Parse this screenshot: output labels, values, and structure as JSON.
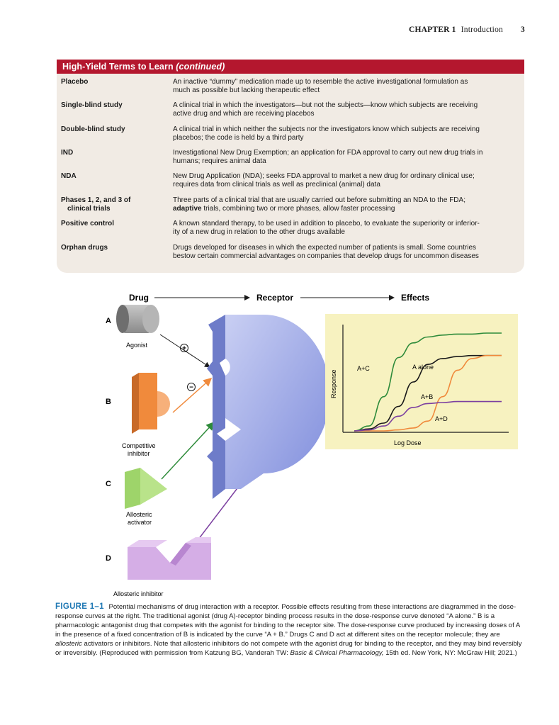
{
  "running_head": {
    "chapter": "CHAPTER 1",
    "title": "Introduction",
    "page": "3"
  },
  "high_yield": {
    "header": "High-Yield Terms to Learn",
    "header_suffix": "(continued)",
    "terms": [
      {
        "term": "Placebo",
        "def1": "An inactive “dummy” medication made up to resemble the active investigational formulation as",
        "def2": "much as possible but lacking therapeutic effect"
      },
      {
        "term": "Single-blind study",
        "def1": "A clinical trial in which the investigators—but not the subjects—know which subjects are receiving",
        "def2": "active drug and which are receiving placebos"
      },
      {
        "term": "Double-blind study",
        "def1": "A clinical trial in which neither the subjects nor the investigators know which subjects are receiving",
        "def2": "placebos; the code is held by a third party"
      },
      {
        "term": "IND",
        "def1": "Investigational New Drug Exemption; an application for FDA approval to carry out new drug trials in",
        "def2": "humans; requires animal data"
      },
      {
        "term": "NDA",
        "def1": "New Drug Application (NDA); seeks FDA approval to market a new drug for ordinary clinical use;",
        "def2": "requires data from clinical trials as well as preclinical (animal) data"
      },
      {
        "term": "Phases 1, 2, and 3 of",
        "term2": "clinical trials",
        "def1": "Three parts of a clinical trial that are usually carried out before submitting an NDA to the FDA;",
        "def2_bold": "adaptive",
        "def2": " trials, combining two or more phases, allow faster processing"
      },
      {
        "term": "Positive control",
        "def1": "A known standard therapy, to be used in addition to placebo, to evaluate the superiority or inferior-",
        "def2": "ity of a new drug in relation to the other drugs available"
      },
      {
        "term": "Orphan drugs",
        "def1": "Drugs developed for diseases in which the expected number of patients is small. Some countries",
        "def2": "bestow certain commercial advantages on companies that develop drugs for uncommon diseases"
      }
    ]
  },
  "figure": {
    "header_drug": "Drug",
    "header_receptor": "Receptor",
    "header_effects": "Effects",
    "letter_a": "A",
    "letter_b": "B",
    "letter_c": "C",
    "letter_d": "D",
    "label_agonist": "Agonist",
    "label_competitive_1": "Competitive",
    "label_competitive_2": "inhibitor",
    "label_allosteric_act_1": "Allosteric",
    "label_allosteric_act_2": "activator",
    "label_allosteric_inh": "Allosteric inhibitor",
    "plus_sign": "+",
    "minus_sign": "−",
    "colors": {
      "agonist": "#8a8a8a",
      "competitive": "#f08a3c",
      "activator": "#2e8b3a",
      "inhibitor": "#7b3fa0",
      "receptor": "#9aa6e6",
      "chart_bg": "#f7f2c0"
    }
  },
  "chart_data": {
    "type": "line",
    "xlabel": "Log Dose",
    "ylabel": "Response",
    "series": [
      {
        "name": "A alone",
        "color": "#1a1a1a",
        "x": [
          0,
          1,
          2,
          3,
          4,
          5,
          6,
          7,
          8,
          9,
          10
        ],
        "values": [
          0,
          0.02,
          0.08,
          0.25,
          0.5,
          0.68,
          0.74,
          0.76,
          0.77,
          0.77,
          0.77
        ]
      },
      {
        "name": "A+C",
        "color": "#2e8b3a",
        "x": [
          0,
          1,
          2,
          3,
          4,
          5,
          6,
          7,
          8,
          9,
          10
        ],
        "values": [
          0,
          0.05,
          0.35,
          0.75,
          0.9,
          0.96,
          0.98,
          0.99,
          0.99,
          1.0,
          1.0
        ]
      },
      {
        "name": "A+B",
        "color": "#f08a3c",
        "x": [
          0,
          1,
          2,
          3,
          4,
          5,
          6,
          7,
          8,
          9,
          10
        ],
        "values": [
          0,
          0,
          0,
          0.01,
          0.03,
          0.1,
          0.35,
          0.62,
          0.74,
          0.77,
          0.77
        ]
      },
      {
        "name": "A+D",
        "color": "#7b3fa0",
        "x": [
          0,
          1,
          2,
          3,
          4,
          5,
          6,
          7,
          8,
          9,
          10
        ],
        "values": [
          0,
          0.01,
          0.05,
          0.15,
          0.24,
          0.28,
          0.29,
          0.3,
          0.3,
          0.3,
          0.3
        ]
      }
    ]
  },
  "caption": {
    "label": "FIGURE 1–1",
    "p1": "Potential mechanisms of drug interaction with a receptor. Possible effects resulting from these interactions are diagrammed in the dose-response curves at the right. The traditional agonist (drug A)-receptor binding process results in the dose-response curve denoted “A alone.” B is a pharmacologic antagonist drug that competes with the agonist for binding to the receptor site. The dose-response curve produced by increasing doses of A in the presence of a fixed concentration of B is indicated by the curve “A + B.” Drugs C and D act at different sites on the receptor molecule; they are ",
    "allosteric": "allosteric",
    "p2": " activators or inhibitors. Note that allosteric inhibitors do not compete with the agonist drug for binding to the receptor, and they may bind reversibly or irreversibly. (Reproduced with permission from Katzung BG, Vanderah TW: ",
    "book_title": "Basic & Clinical Pharmacology,",
    "p3": " 15th ed. New York, NY: McGraw Hill; 2021.)"
  }
}
